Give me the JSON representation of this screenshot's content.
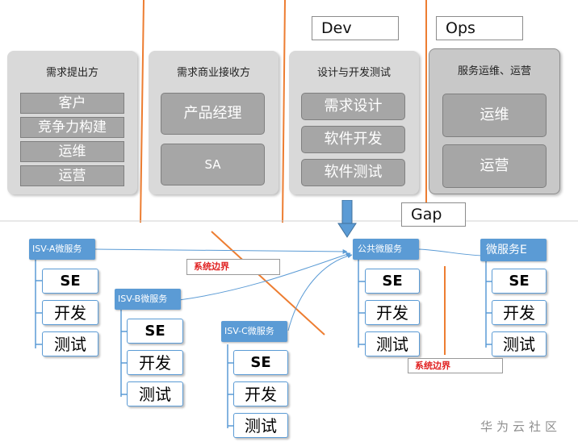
{
  "header_labels": {
    "dev": "Dev",
    "ops": "Ops",
    "gap": "Gap"
  },
  "panels": [
    {
      "title": "需求提出方",
      "items": [
        "客户",
        "竞争力构建",
        "运维",
        "运营"
      ]
    },
    {
      "title": "需求商业接收方",
      "items": [
        "产品经理",
        "SA"
      ]
    },
    {
      "title": "设计与开发测试",
      "items": [
        "需求设计",
        "软件开发",
        "软件测试"
      ]
    },
    {
      "title": "服务运维、运营",
      "items": [
        "运维",
        "运营"
      ]
    }
  ],
  "services": [
    {
      "name": "ISV-A微服务",
      "items": [
        "SE",
        "开发",
        "测试"
      ]
    },
    {
      "name": "ISV-B微服务",
      "items": [
        "SE",
        "开发",
        "测试"
      ]
    },
    {
      "name": "ISV-C微服务",
      "items": [
        "SE",
        "开发",
        "测试"
      ]
    },
    {
      "name": "公共微服务",
      "items": [
        "SE",
        "开发",
        "测试"
      ]
    },
    {
      "name": "微服务E",
      "items": [
        "SE",
        "开发",
        "测试"
      ]
    }
  ],
  "boundary_labels": [
    "系统边界",
    "系统边界"
  ],
  "watermark": "华为云社区",
  "colors": {
    "orange_line": "#ed7d31",
    "service_blue": "#5b9bd5",
    "boundary_red": "#e02020",
    "panel_gray": "#d9d9d9"
  }
}
